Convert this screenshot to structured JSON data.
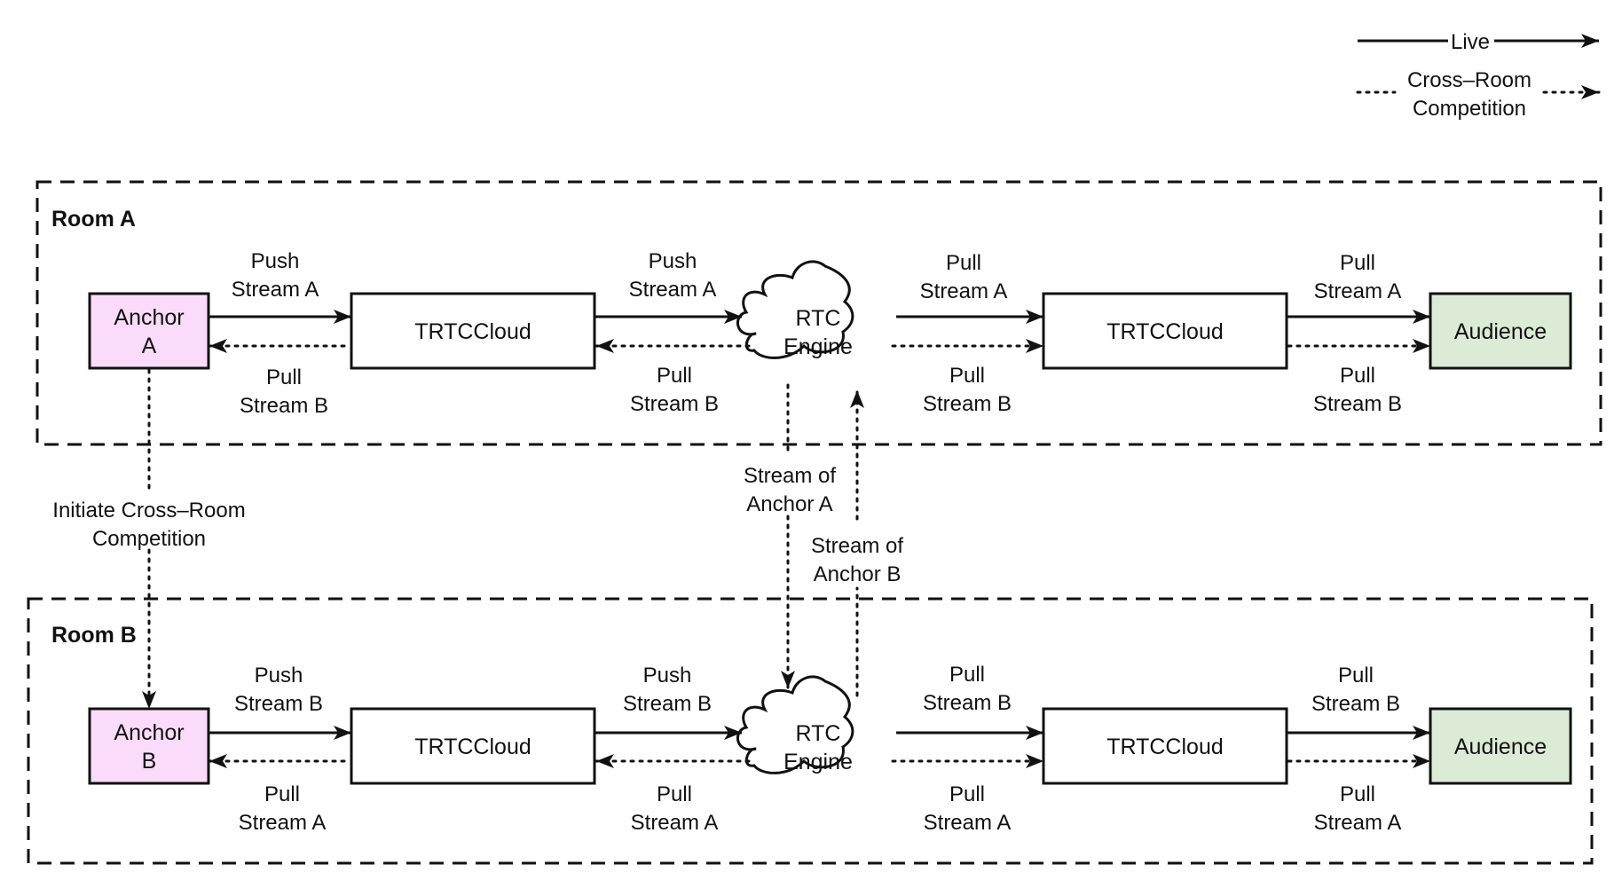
{
  "colors": {
    "anchor_fill": "#fadcfa",
    "audience_fill": "#dcebd6",
    "stroke": "#111111",
    "background": "#ffffff"
  },
  "legend": {
    "live": "Live",
    "cross_room_line1": "Cross–Room",
    "cross_room_line2": "Competition"
  },
  "room_a": {
    "title": "Room A",
    "anchor_line1": "Anchor",
    "anchor_line2": "A",
    "trtc_left": "TRTCCloud",
    "trtc_right": "TRTCCloud",
    "engine_line1": "RTC",
    "engine_line2": "Engine",
    "audience": "Audience",
    "push1_l1": "Push",
    "push1_l2": "Stream A",
    "push2_l1": "Push",
    "push2_l2": "Stream A",
    "pull_live1_l1": "Pull",
    "pull_live1_l2": "Stream A",
    "pull_live2_l1": "Pull",
    "pull_live2_l2": "Stream A",
    "pull_cross1_l1": "Pull",
    "pull_cross1_l2": "Stream B",
    "pull_cross2_l1": "Pull",
    "pull_cross2_l2": "Stream B",
    "pull_cross3_l1": "Pull",
    "pull_cross3_l2": "Stream B",
    "pull_cross4_l1": "Pull",
    "pull_cross4_l2": "Stream B"
  },
  "room_b": {
    "title": "Room B",
    "anchor_line1": "Anchor",
    "anchor_line2": "B",
    "trtc_left": "TRTCCloud",
    "trtc_right": "TRTCCloud",
    "engine_line1": "RTC",
    "engine_line2": "Engine",
    "audience": "Audience",
    "push1_l1": "Push",
    "push1_l2": "Stream B",
    "push2_l1": "Push",
    "push2_l2": "Stream B",
    "pull_live1_l1": "Pull",
    "pull_live1_l2": "Stream B",
    "pull_live2_l1": "Pull",
    "pull_live2_l2": "Stream B",
    "pull_cross1_l1": "Pull",
    "pull_cross1_l2": "Stream A",
    "pull_cross2_l1": "Pull",
    "pull_cross2_l2": "Stream A",
    "pull_cross3_l1": "Pull",
    "pull_cross3_l2": "Stream A",
    "pull_cross4_l1": "Pull",
    "pull_cross4_l2": "Stream A"
  },
  "cross": {
    "initiate_l1": "Initiate Cross–Room",
    "initiate_l2": "Competition",
    "stream_a_l1": "Stream of",
    "stream_a_l2": "Anchor A",
    "stream_b_l1": "Stream of",
    "stream_b_l2": "Anchor B"
  }
}
